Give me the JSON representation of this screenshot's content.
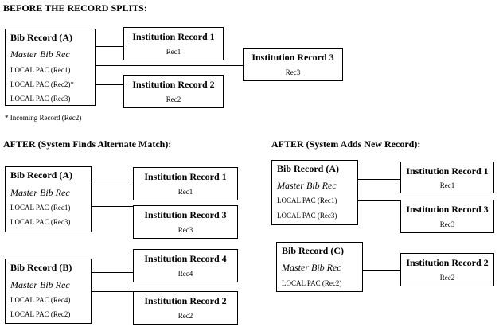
{
  "before": {
    "heading": "BEFORE THE RECORD SPLITS:",
    "bib": {
      "title": "Bib Record (A)",
      "subtitle": "Master Bib Rec",
      "lines": [
        "LOCAL PAC (Rec1)",
        "LOCAL PAC (Rec2)*",
        "LOCAL PAC (Rec3)"
      ]
    },
    "institutions": [
      {
        "title": "Institution Record 1",
        "rec": "Rec1"
      },
      {
        "title": "Institution Record 2",
        "rec": "Rec2"
      },
      {
        "title": "Institution Record 3",
        "rec": "Rec3"
      }
    ],
    "note": "* Incoming Record (Rec2)"
  },
  "after_alternate": {
    "heading": "AFTER (System Finds Alternate Match):",
    "bib_a": {
      "title": "Bib Record (A)",
      "subtitle": "Master Bib Rec",
      "lines": [
        "LOCAL PAC (Rec1)",
        "LOCAL PAC (Rec3)"
      ]
    },
    "bib_b": {
      "title": "Bib Record (B)",
      "subtitle": "Master Bib Rec",
      "lines": [
        "LOCAL PAC (Rec4)",
        "LOCAL PAC (Rec2)"
      ]
    },
    "institutions": [
      {
        "title": "Institution Record 1",
        "rec": "Rec1"
      },
      {
        "title": "Institution Record 3",
        "rec": "Rec3"
      },
      {
        "title": "Institution Record 4",
        "rec": "Rec4"
      },
      {
        "title": "Institution Record 2",
        "rec": "Rec2"
      }
    ]
  },
  "after_new": {
    "heading": "AFTER (System Adds New Record):",
    "bib_a": {
      "title": "Bib Record (A)",
      "subtitle": "Master Bib Rec",
      "lines": [
        "LOCAL PAC (Rec1)",
        "LOCAL PAC (Rec3)"
      ]
    },
    "bib_c": {
      "title": "Bib Record (C)",
      "subtitle": "Master Bib Rec",
      "lines": [
        "LOCAL PAC (Rec2)"
      ]
    },
    "institutions": [
      {
        "title": "Institution Record 1",
        "rec": "Rec1"
      },
      {
        "title": "Institution Record 3",
        "rec": "Rec3"
      },
      {
        "title": "Institution Record 2",
        "rec": "Rec2"
      }
    ]
  }
}
